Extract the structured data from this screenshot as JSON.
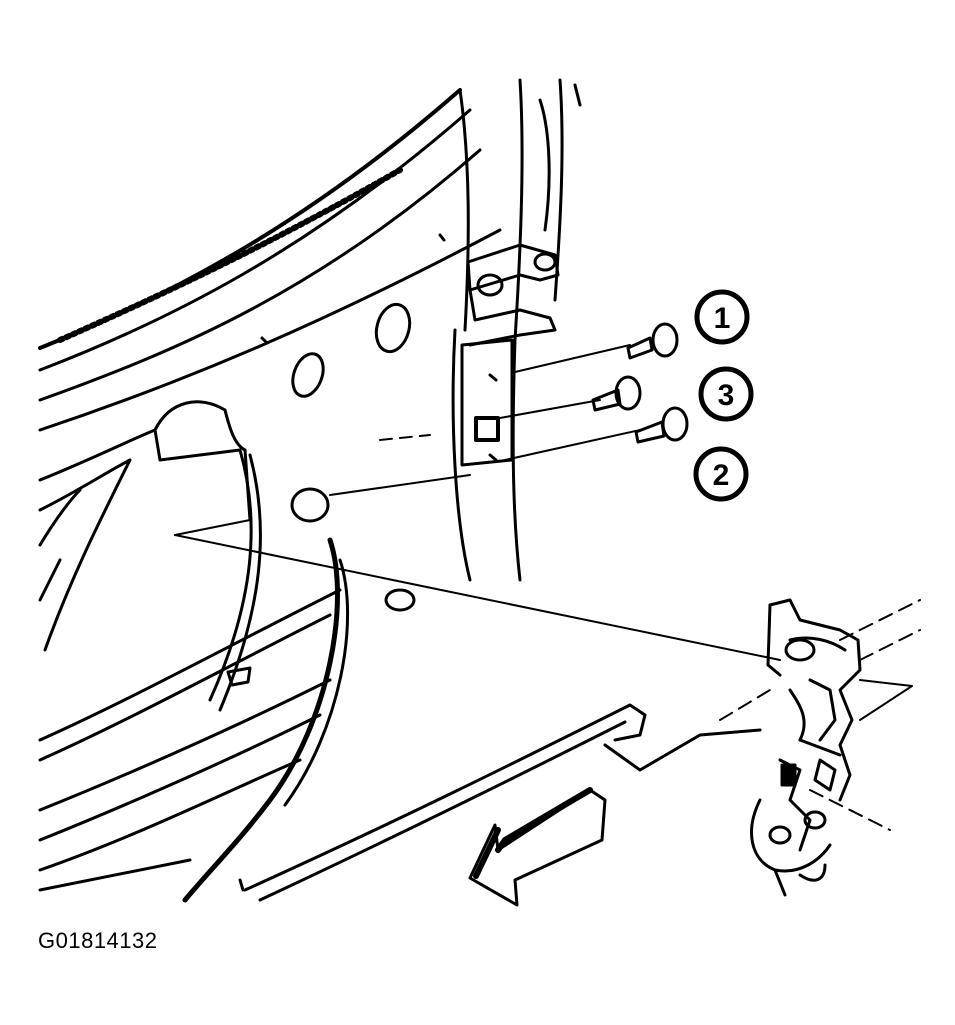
{
  "callouts": [
    {
      "label": "1"
    },
    {
      "label": "3"
    },
    {
      "label": "2"
    }
  ],
  "figure_id": "G01814132",
  "colors": {
    "ink": "#000000",
    "paper": "#ffffff"
  }
}
